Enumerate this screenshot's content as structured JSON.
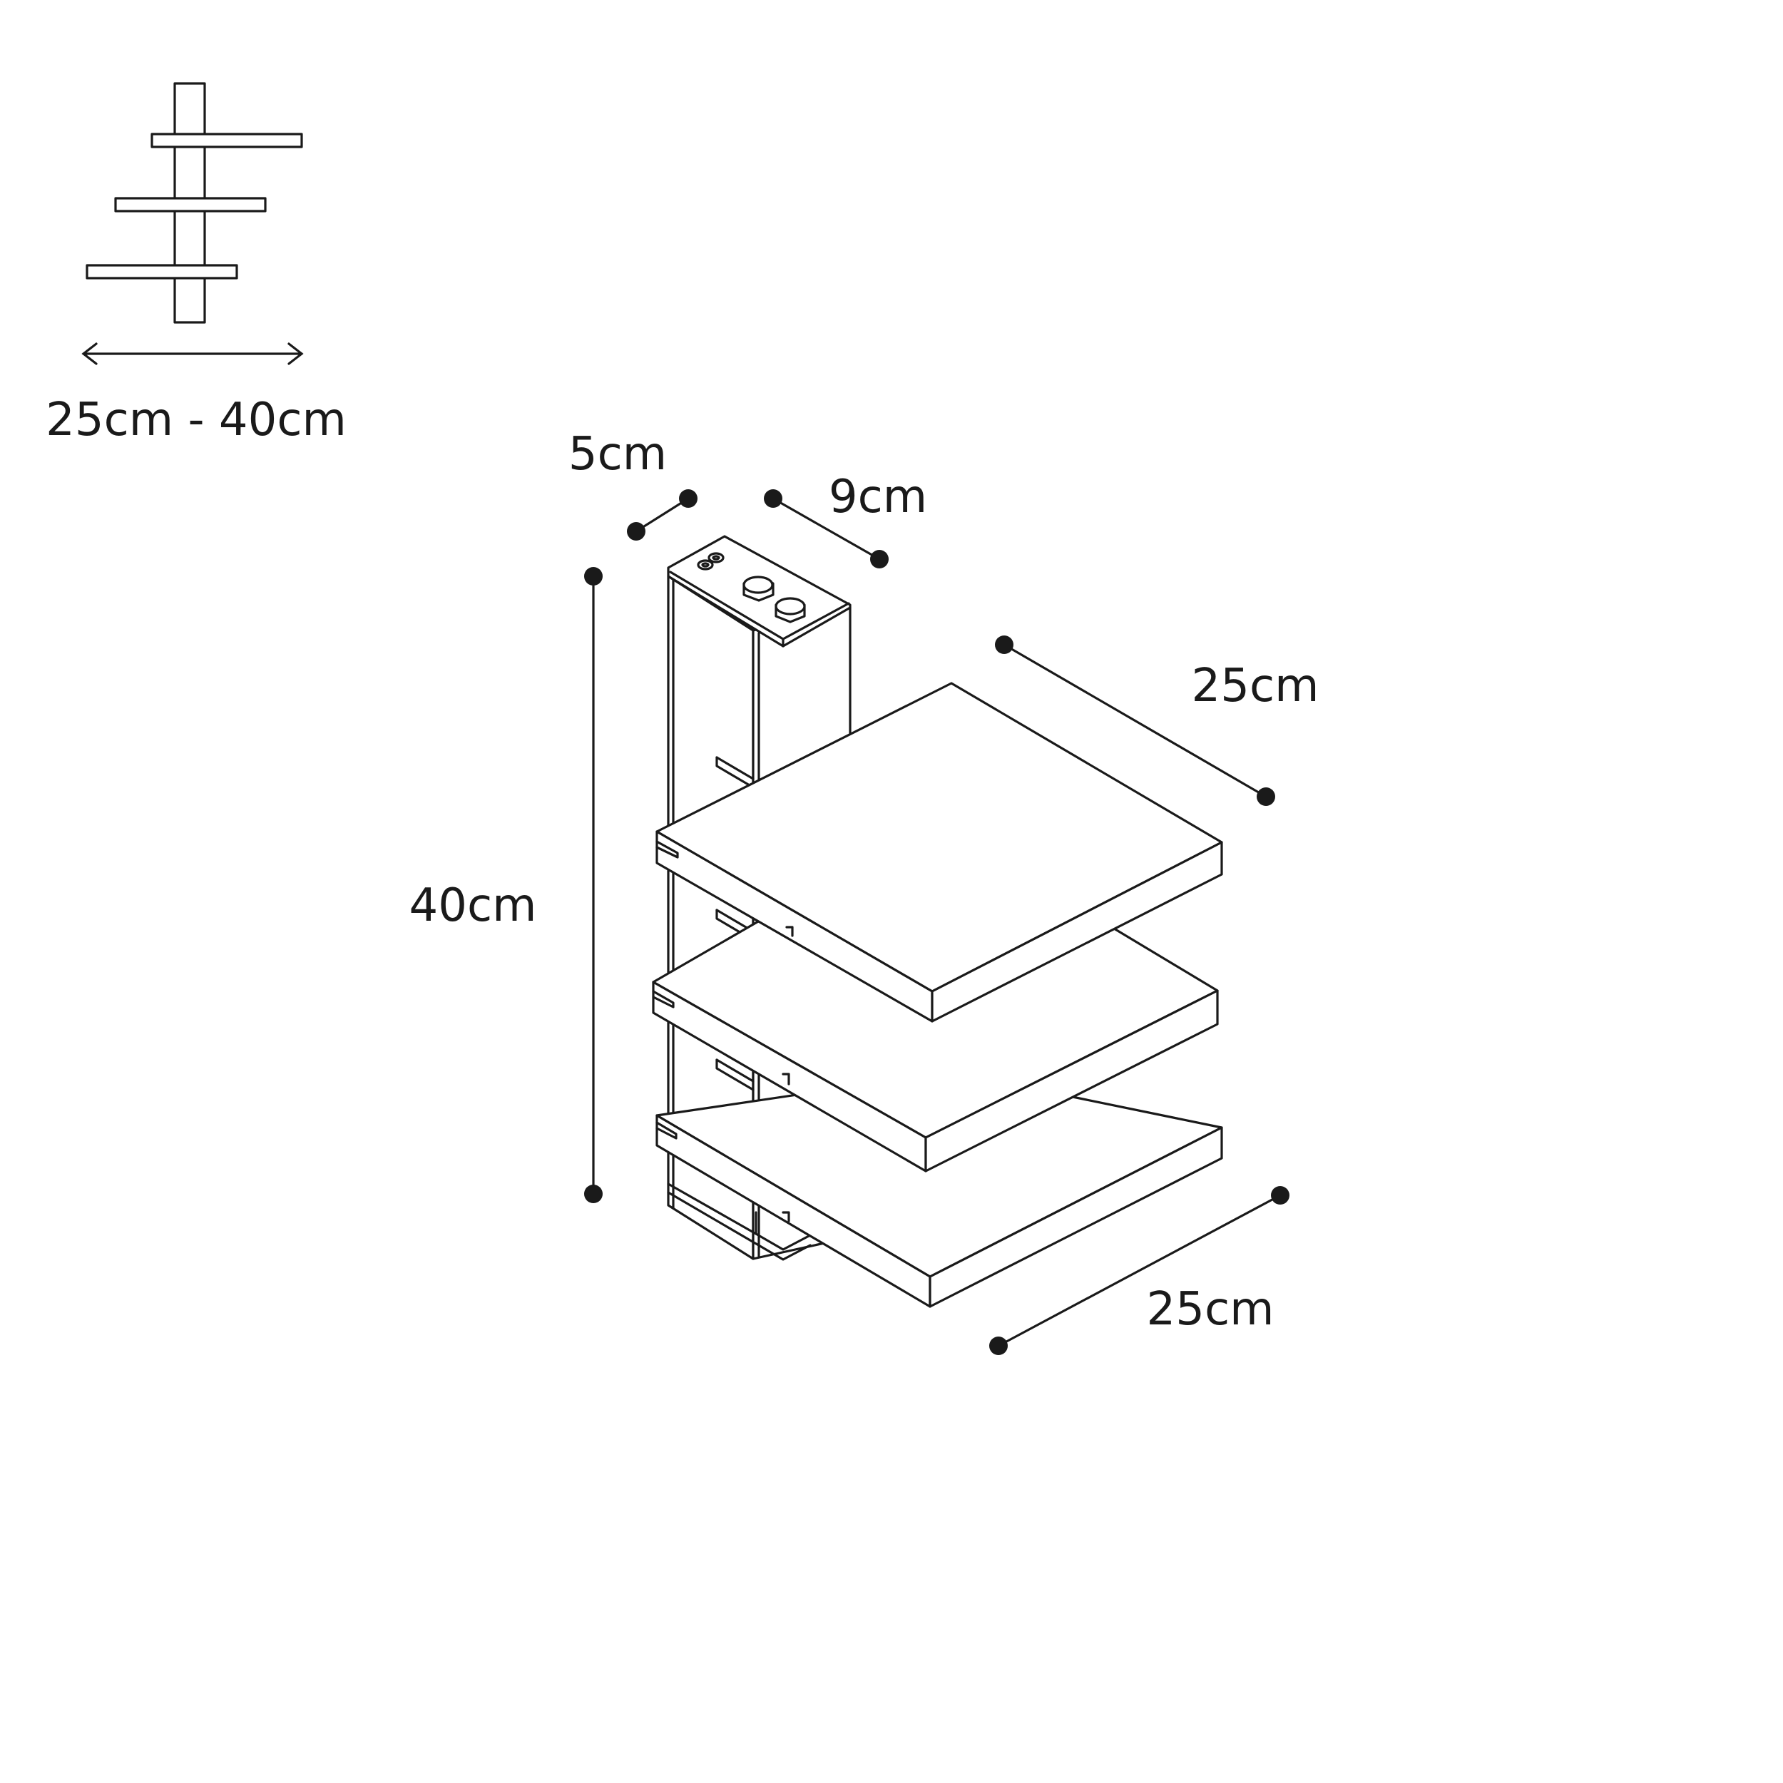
{
  "labels": {
    "range": "25cm - 40cm",
    "depth": "5cm",
    "width": "9cm",
    "height": "40cm",
    "shelf_depth": "25cm",
    "shelf_width": "25cm"
  },
  "colors": {
    "line": "#1a1a1a",
    "background": "#ffffff"
  },
  "icons": [
    "double-arrow-icon",
    "hex-bolt-icon",
    "screw-icon"
  ]
}
